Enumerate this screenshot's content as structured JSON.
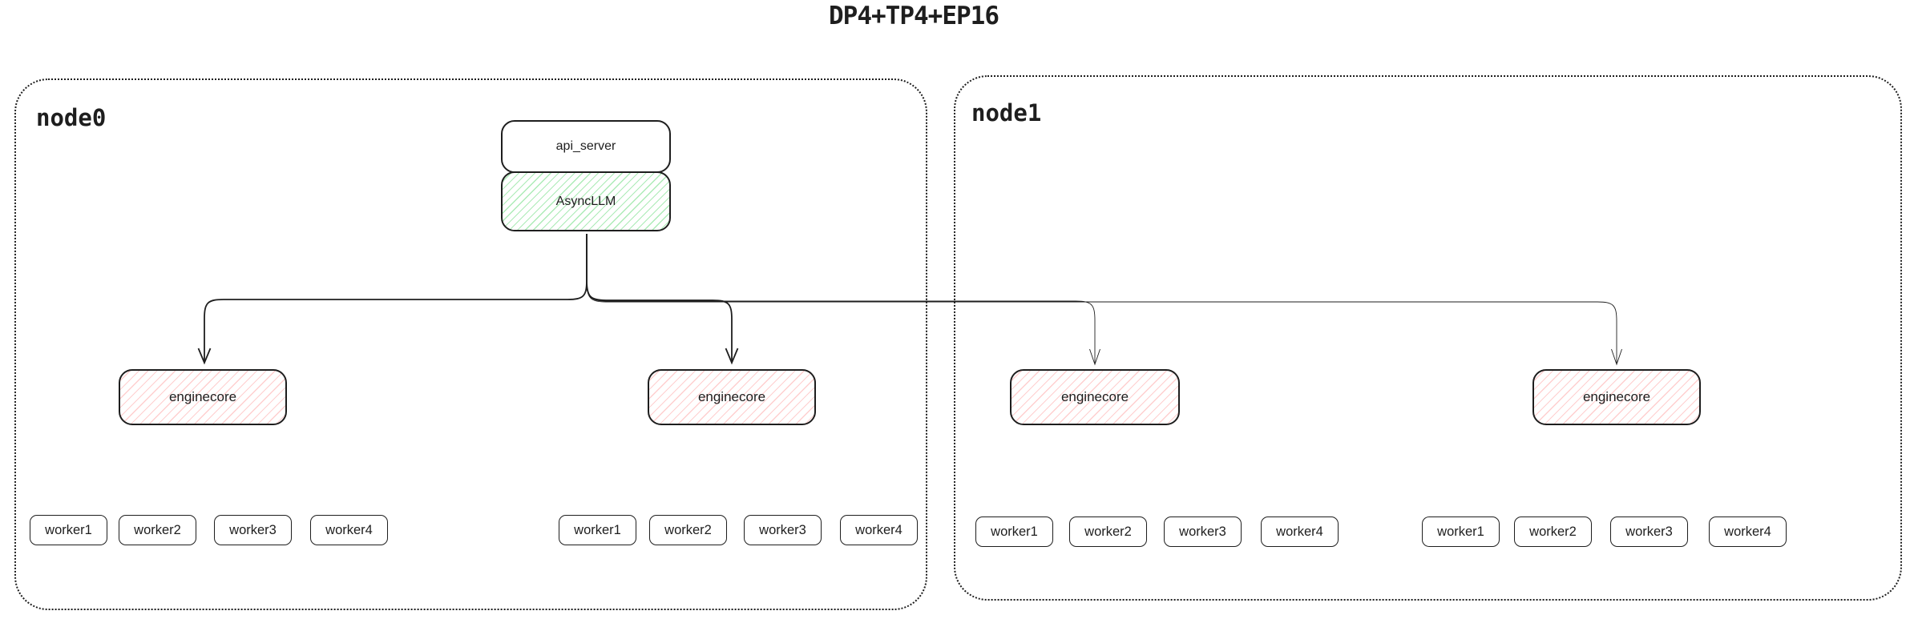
{
  "title": "DP4+TP4+EP16",
  "colors": {
    "stroke": "#1e1e1e",
    "green_hatch": "#69db7c",
    "red_hatch": "#ff8787",
    "background": "#ffffff"
  },
  "node0": {
    "label": "node0",
    "api_server_label": "api_server",
    "async_llm_label": "AsyncLLM",
    "enginecores": [
      "enginecore",
      "enginecore"
    ],
    "worker_groups": [
      [
        "worker1",
        "worker2",
        "worker3",
        "worker4"
      ],
      [
        "worker1",
        "worker2",
        "worker3",
        "worker4"
      ]
    ]
  },
  "node1": {
    "label": "node1",
    "enginecores": [
      "enginecore",
      "enginecore"
    ],
    "worker_groups": [
      [
        "worker1",
        "worker2",
        "worker3",
        "worker4"
      ],
      [
        "worker1",
        "worker2",
        "worker3",
        "worker4"
      ]
    ]
  }
}
